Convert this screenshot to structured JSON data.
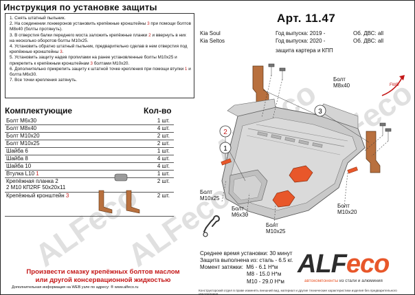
{
  "header": {
    "title": "Инструкция по установке защиты"
  },
  "instructions": [
    "1.    Снять штатный пыльник.",
    "2.    На соединении лонжеронов установить крепёжные кронштейны 3 при помощи болтов М8х40 (болты протянуть).",
    "3.    В отверстия балки переднего моста заложить крепёжные планки 2 и ввернуть в них на несколько оборотов болты М10х25.",
    "4.    Установить обратно штатный пыльник, предварительно сделав в нем отверстия под крепёжные кронштейны 3.",
    "5.    Установить защиту надев пропилами на ранее установленные болты М10х25 и прикрепить к крепёжным кронштейнам 3 болтами М10х20.",
    "6.    Дополнительно прикрепить защиту к штатной точке крепления при помощи втулки 1 и болта М6х30.",
    "7.    Все точки крепления затянуть."
  ],
  "article": "Арт. 11.47",
  "vehicles": [
    {
      "model": "Kia Soul",
      "year": "Год выпуска: 2019 -",
      "engine": "Об. ДВС: all"
    },
    {
      "model": "Kia Seltos",
      "year": "Год выпуска: 2020 -",
      "engine": "Об. ДВС: all"
    }
  ],
  "protection": "защита картера и КПП",
  "kit": {
    "title": "Комплектующие",
    "qty_title": "Кол-во",
    "items": [
      {
        "name": "Болт М6х30",
        "qty": "1 шт."
      },
      {
        "name": "Болт М8х40",
        "qty": "4 шт."
      },
      {
        "name": "Болт М10х20",
        "qty": "2 шт."
      },
      {
        "name": "Болт М10х25",
        "qty": "2 шт."
      },
      {
        "name": "Шайба 6",
        "qty": "1 шт."
      },
      {
        "name": "Шайба 8",
        "qty": "4 шт."
      },
      {
        "name": "Шайба 10",
        "qty": "4 шт."
      },
      {
        "name": "Втулка L10 1",
        "qty": "1 шт."
      },
      {
        "name": "Крепёжная планка 2\n2 М10 КП2RF 50х20х11",
        "qty": "2 шт."
      },
      {
        "name": "Крепёжный кронштейн 3",
        "qty": "2 шт."
      }
    ]
  },
  "diagram": {
    "bolts": [
      {
        "text": "Болт\nМ8х40"
      },
      {
        "text": "Болт\nМ10х25"
      },
      {
        "text": "Болт\nМ6х30"
      },
      {
        "text": "Болт\nМ10х25"
      },
      {
        "text": "Болт\nМ10х20"
      }
    ],
    "callouts": [
      "1",
      "2",
      "3"
    ],
    "direction": "FWD"
  },
  "install": {
    "time": "Среднее время установки: 30 минут",
    "material": "Защита выполнена из: сталь - 6.5 кг.",
    "torque_label": "Момент затяжки:",
    "torques": [
      "М6 - 6.1 Н*м",
      "М8 - 15.0 Н*м",
      "М10 - 29.0 Н*м"
    ]
  },
  "advice": "Произвести смазку крепёжных болтов маслом\nили другой консервационной жидкостью",
  "footer_info": "Дополнительная информация на WEB узле по адресу: ® www.alfeco.ru",
  "footer_notice": "Конструкторский отдел в праве изменять внешний вид, материал и другие технические характеристики изделия без предварительного уведомления",
  "brand": {
    "name_a": "ALF",
    "name_b": "eco",
    "tagline_a": "автокомпоненты",
    "tagline_b": "из стали и алюминия",
    "watermark": "ALFeco",
    "colors": {
      "accent": "#e8572a",
      "warning": "#c41818"
    }
  }
}
